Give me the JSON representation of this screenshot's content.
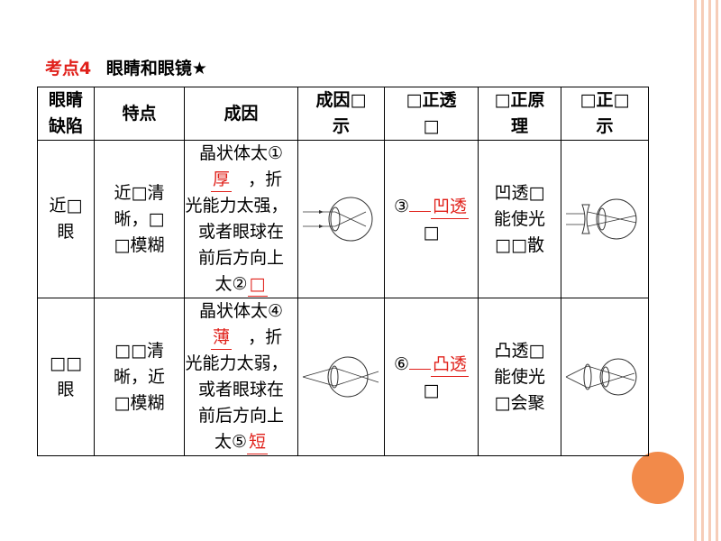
{
  "heading": {
    "prefix": "考点4",
    "title": "眼睛和眼镜★"
  },
  "headers": [
    "眼睛缺陷",
    "特点",
    "成因",
    "成因□示",
    "□正透□",
    "□正原理",
    "□正□示"
  ],
  "header_lines": [
    [
      "眼睛",
      "缺陷"
    ],
    [
      "特点"
    ],
    [
      "成因"
    ],
    [
      "成因□",
      "示"
    ],
    [
      "□正透",
      "□"
    ],
    [
      "□正原",
      "理"
    ],
    [
      "□正□",
      "示"
    ]
  ],
  "rows": [
    {
      "defect_lines": [
        "近□",
        "眼"
      ],
      "feature_lines": [
        "近□清",
        "晰，□",
        "□模糊"
      ],
      "cause": {
        "l1": "晶状体太①",
        "a1": "厚",
        "l2_end": "，折",
        "l3": "光能力太强，",
        "l4": "或者眼球在",
        "l5": "前后方向上",
        "l6": "太②",
        "a2": "□"
      },
      "lens": {
        "num": "③",
        "ans": "凹透",
        "tail": "□"
      },
      "principle_lines": [
        "凹透□",
        "能使光",
        "□□散"
      ]
    },
    {
      "defect_lines": [
        "□□",
        "眼"
      ],
      "feature_lines": [
        "□□清",
        "晰，近",
        "□模糊"
      ],
      "cause": {
        "l1": "晶状体太④",
        "a1": "薄",
        "l2_end": "，折",
        "l3": "光能力太弱，",
        "l4": "或者眼球在",
        "l5": "前后方向上",
        "l6": "太⑤",
        "a2": "短"
      },
      "lens": {
        "num": "⑥",
        "ans": "凸透",
        "tail": "□"
      },
      "principle_lines": [
        "凸透□",
        "能使光",
        "□会聚"
      ]
    }
  ]
}
